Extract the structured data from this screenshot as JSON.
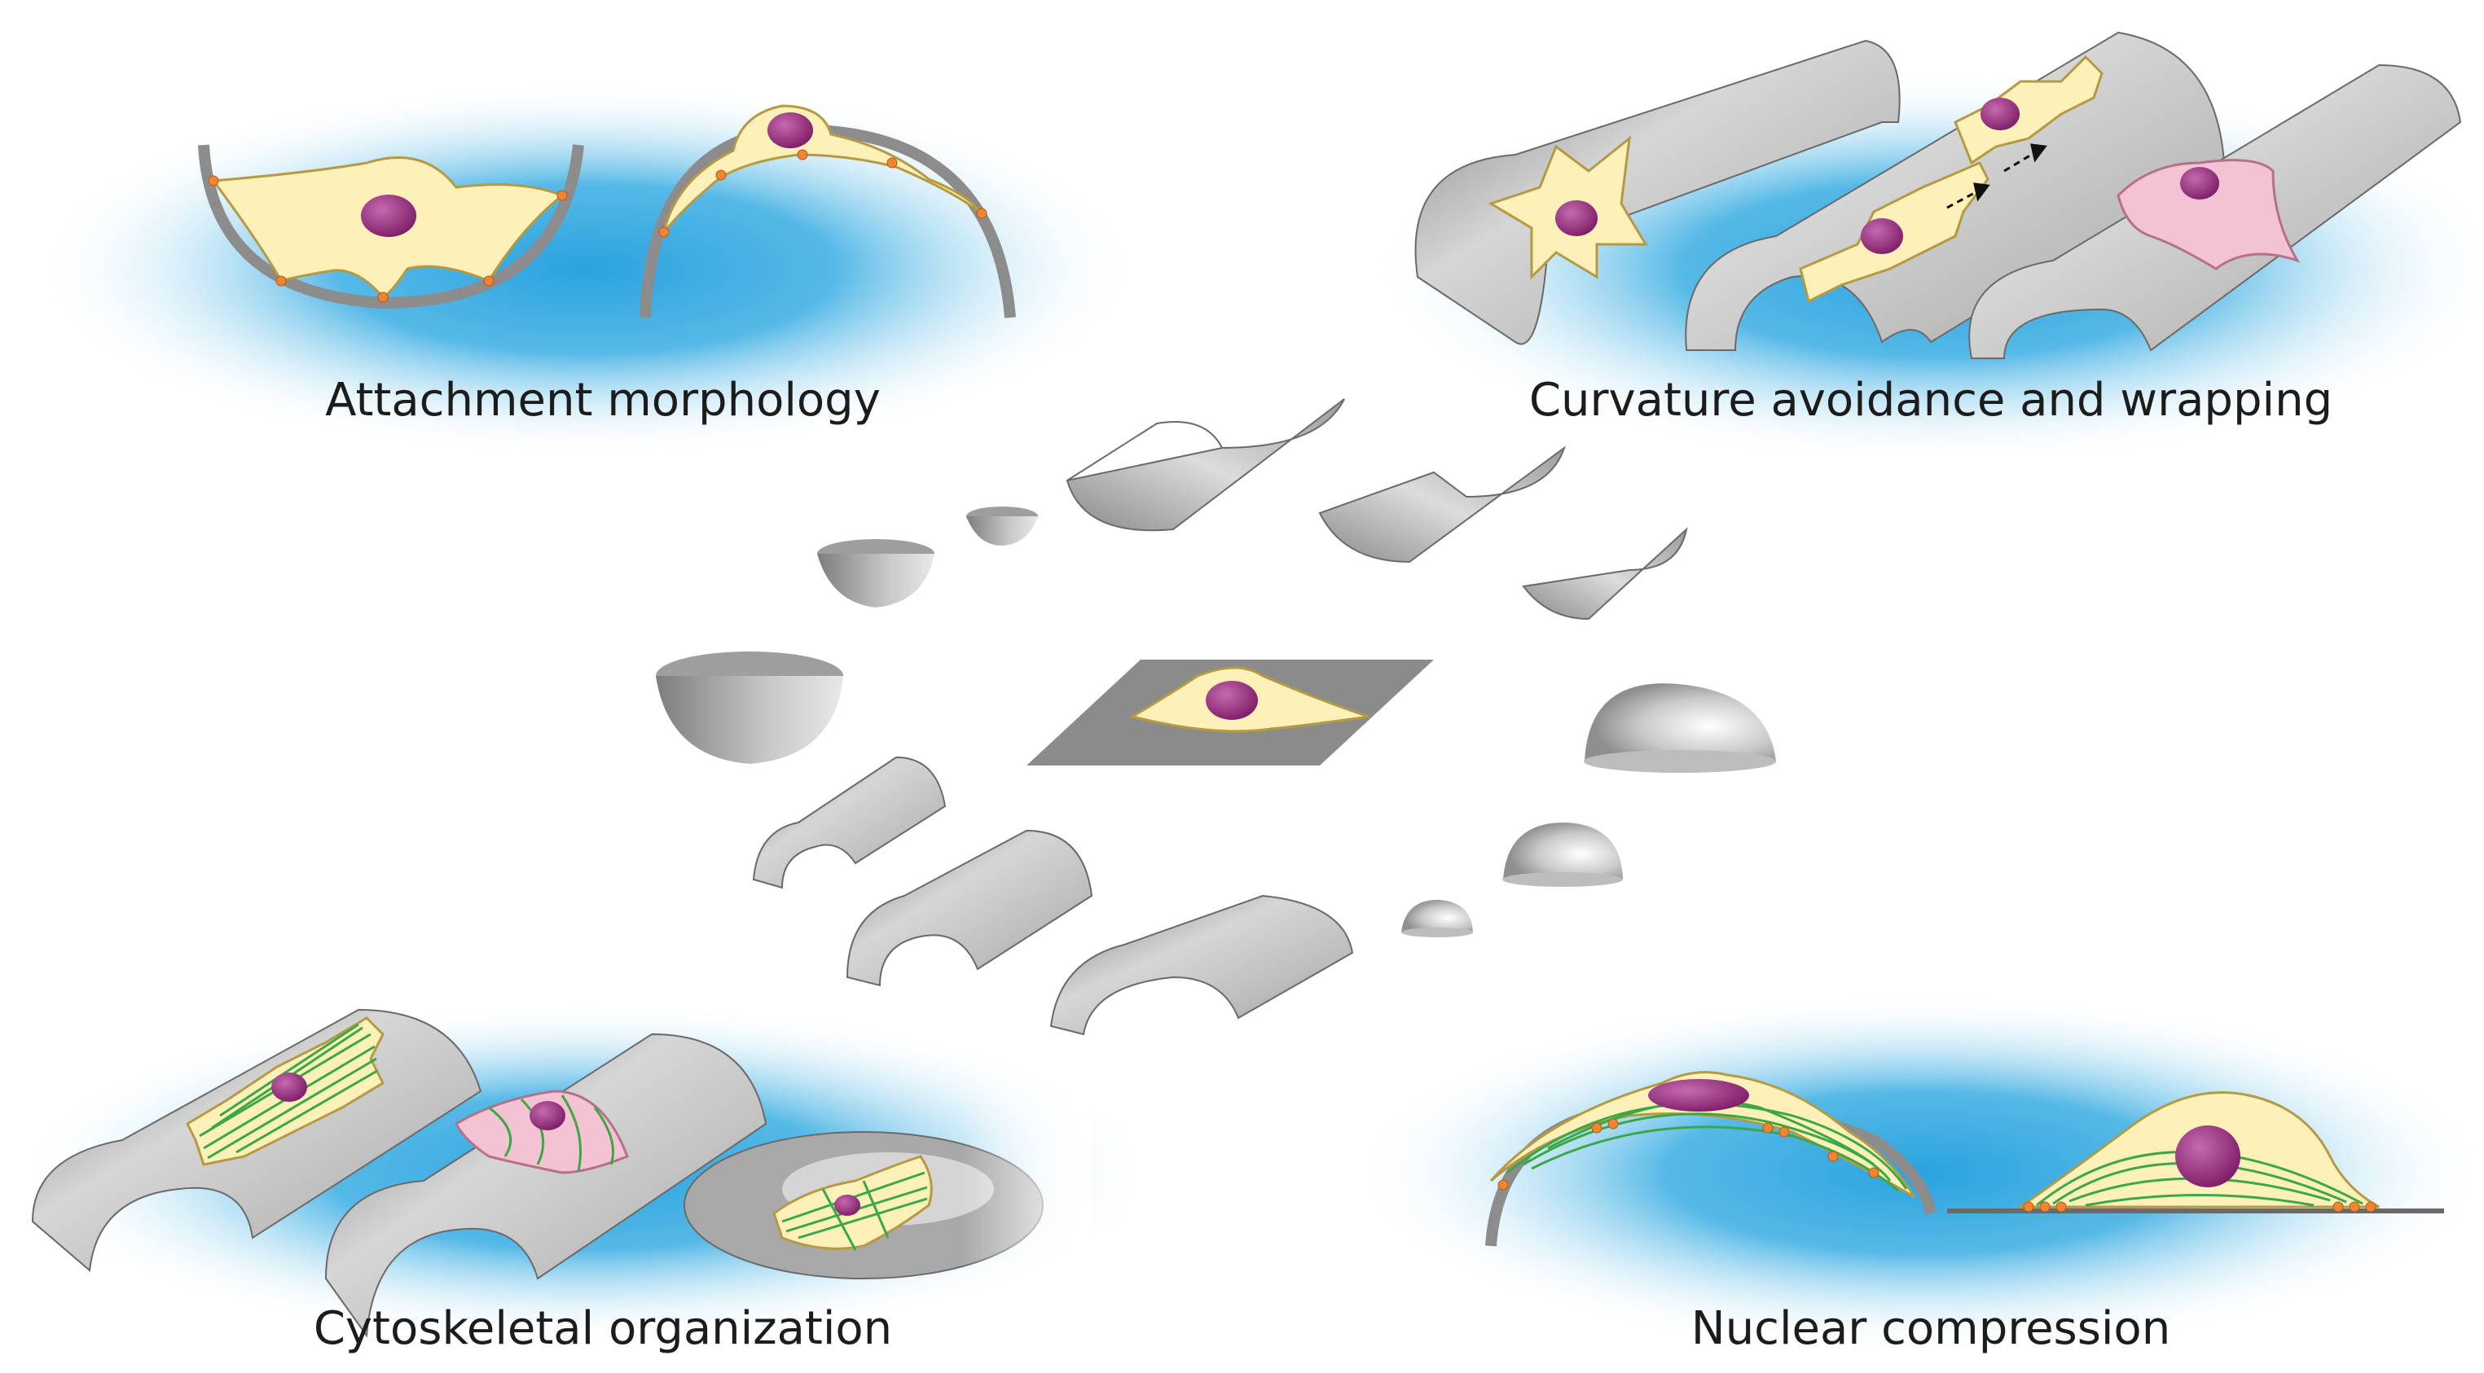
{
  "figure": {
    "panels": [
      {
        "id": "attachment",
        "label": "Attachment morphology"
      },
      {
        "id": "curvature",
        "label": "Curvature avoidance and wrapping"
      },
      {
        "id": "cytoskeleton",
        "label": "Cytoskeletal organization"
      },
      {
        "id": "nuclear",
        "label": "Nuclear compression"
      }
    ],
    "colors": {
      "cell_fill": "#fdf0b8",
      "cell_outline": "#b59a44",
      "wrapped_cell_fill": "#f4c3d3",
      "nucleus": "#8d2474",
      "adhesion_dot": "#ef8532",
      "actin_fibers": "#3aa845",
      "glow": "#31a6dd",
      "surface_gray": "#a9a9a9",
      "flat_substrate": "#8b8b8b"
    }
  }
}
